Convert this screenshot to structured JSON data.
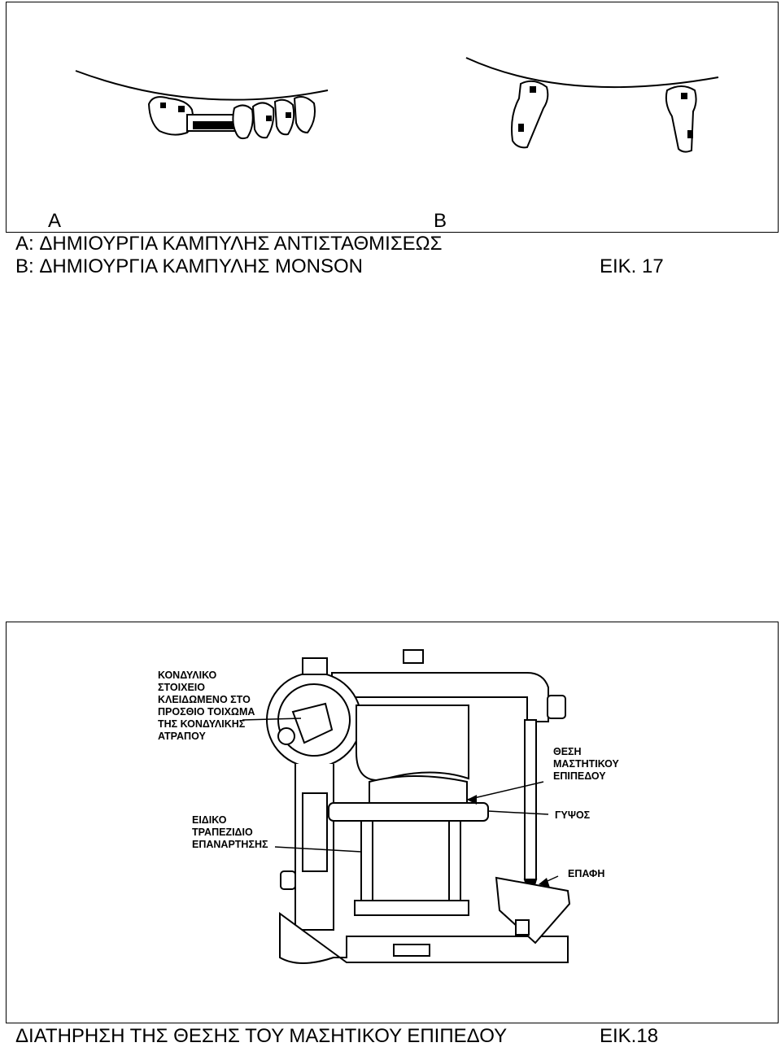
{
  "figure17": {
    "label_a": "A",
    "label_b": "B",
    "caption_a": "A: ΔΗΜΙΟΥΡΓΙΑ ΚΑΜΠΥΛΗΣ ΑΝΤΙΣΤΑΘΜΙΣΕΩΣ",
    "caption_b": "B: ΔΗΜΙΟΥΡΓΙΑ ΚΑΜΠΥΛΗΣ MONSON",
    "number": "ΕΙΚ. 17"
  },
  "figure18": {
    "labels": {
      "condylar": "ΚΟΝΔΥΛΙΚΟ\nΣΤΟΙΧΕΙΟ\nΚΛΕΙΔΩΜΕΝΟ ΣΤΟ\nΠΡΟΣΘΙΟ ΤΟΙΧΩΜΑ\nΤΗΣ ΚΟΝΔΥΛΙΚΗΣ\nΑΤΡΑΠΟΥ",
      "mounting_plate": "ΕΙΔΙΚΟ\nΤΡΑΠΕΖΙΔΙΟ\nΕΠΑΝΑΡΤΗΣΗΣ",
      "occlusal_plane": "ΘΕΣΗ\nΜΑΣΤΗΤΙΚΟΥ\nΕΠΙΠΕΔΟΥ",
      "plaster": "ΓΥΨΟΣ",
      "contact": "ΕΠΑΦΗ"
    },
    "caption": "ΔΙΑΤΗΡΗΣΗ ΤΗΣ ΘΕΣΗΣ ΤΟΥ ΜΑΣΗΤΙΚΟΥ ΕΠΙΠΕΔΟΥ",
    "number": "ΕΙΚ.18"
  }
}
